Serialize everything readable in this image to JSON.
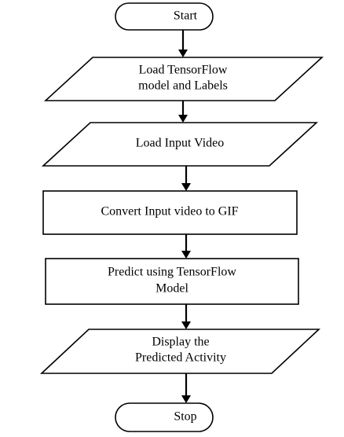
{
  "flowchart": {
    "start": {
      "label": "Start"
    },
    "load_model": {
      "line1": "Load TensorFlow",
      "line2": "model and Labels"
    },
    "load_video": {
      "label": "Load Input Video"
    },
    "convert_gif": {
      "label": "Convert Input video to GIF"
    },
    "predict": {
      "line1": "Predict using TensorFlow",
      "line2": "Model"
    },
    "display": {
      "line1": "Display the",
      "line2": "Predicted Activity"
    },
    "stop": {
      "label": "Stop"
    }
  }
}
